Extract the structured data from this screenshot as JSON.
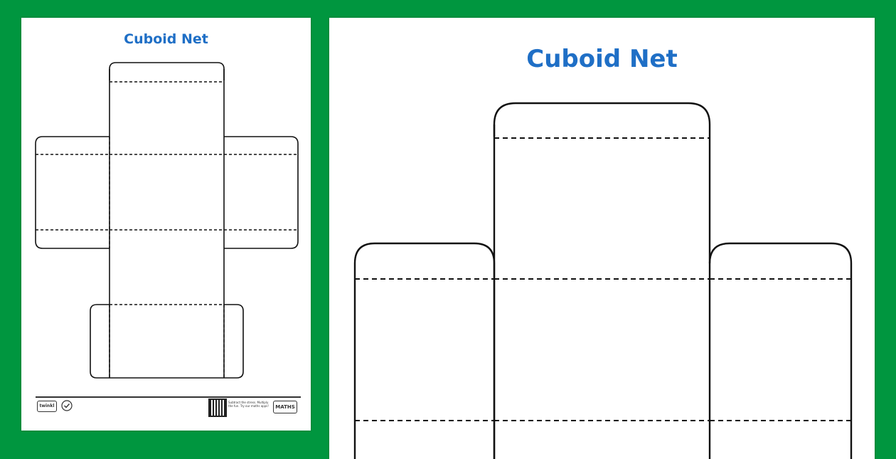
{
  "left_sheet": {
    "title": "Cuboid Net",
    "footer": {
      "brand_badge": "twinkl",
      "maths_badge": "MATHS",
      "promo_text": "Subtract the stress. Multiply the fun. Try our maths apps!"
    }
  },
  "right_sheet": {
    "title": "Cuboid Net"
  },
  "colors": {
    "background": "#00963f",
    "title": "#1f6fc6",
    "line": "#111111"
  },
  "icons": [
    "qr-code-icon",
    "certified-badge-icon",
    "brand-logo-icon"
  ]
}
